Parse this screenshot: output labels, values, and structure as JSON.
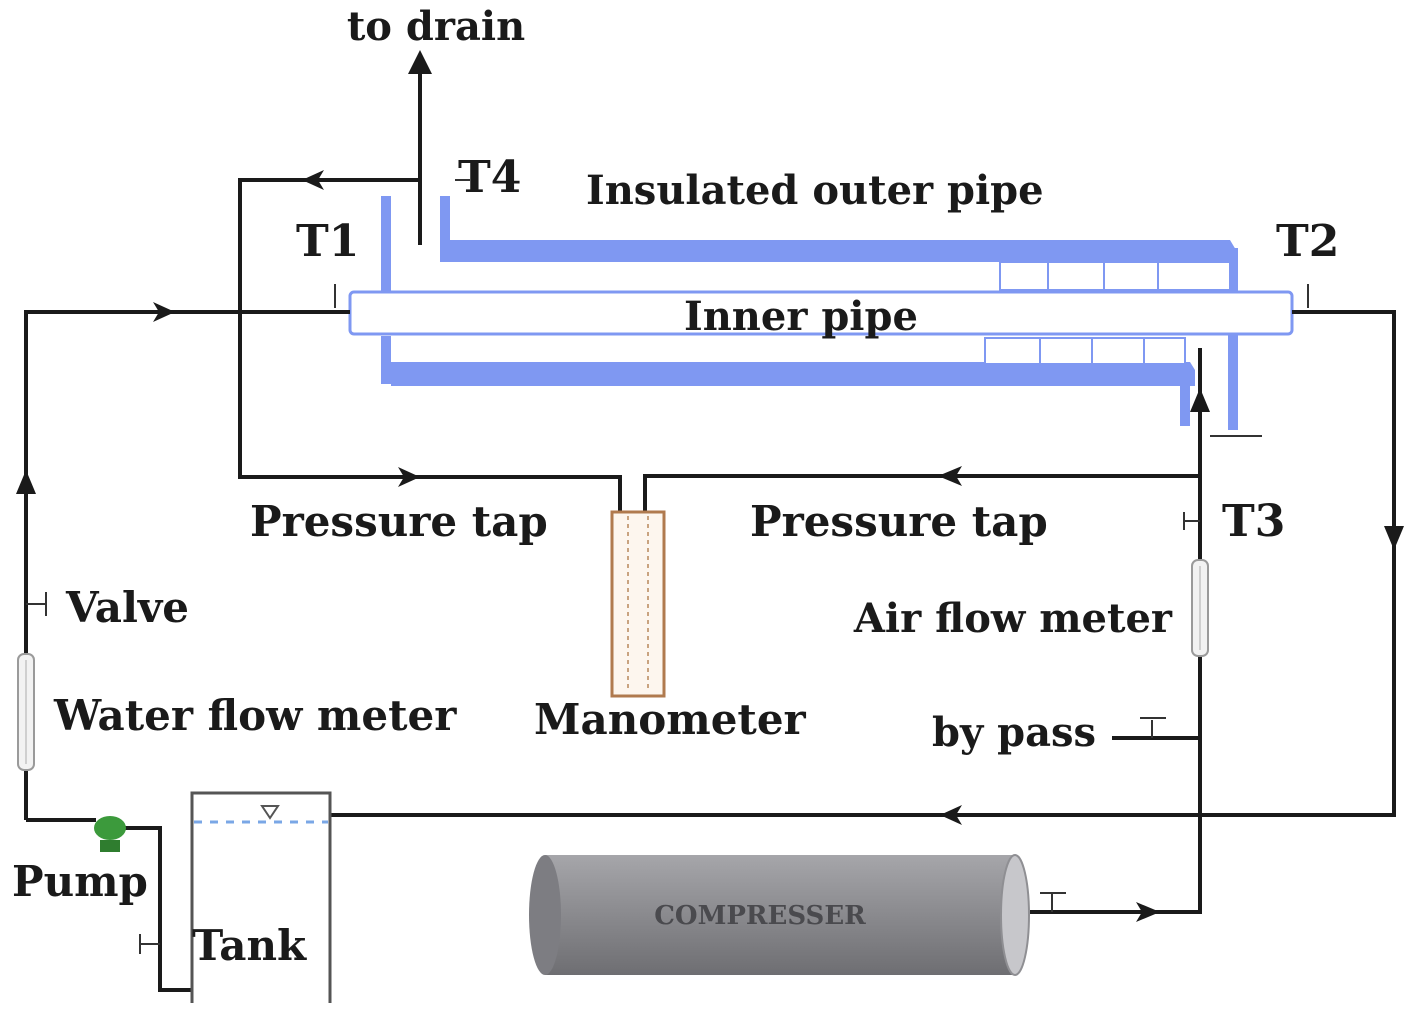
{
  "labels": {
    "to_drain": "to drain",
    "t4": "T4",
    "insulated_outer_pipe": "Insulated outer pipe",
    "t1": "T1",
    "t2": "T2",
    "inner_pipe": "Inner pipe",
    "pressure_tap_left": "Pressure tap",
    "pressure_tap_right": "Pressure tap",
    "t3": "T3",
    "valve": "Valve",
    "air_flow_meter": "Air flow meter",
    "water_flow_meter": "Water flow meter",
    "manometer": "Manometer",
    "by_pass": "by pass",
    "pump": "Pump",
    "tank": "Tank",
    "compresser": "COMPRESSER"
  },
  "colors": {
    "outer_pipe": "#7f98f2",
    "inner_pipe_outline": "#7f98f2",
    "pump": "#3c9a3c",
    "compressor_body": "#8f8f93",
    "manometer_outline": "#b07a4e",
    "line": "#1a1a1a"
  }
}
